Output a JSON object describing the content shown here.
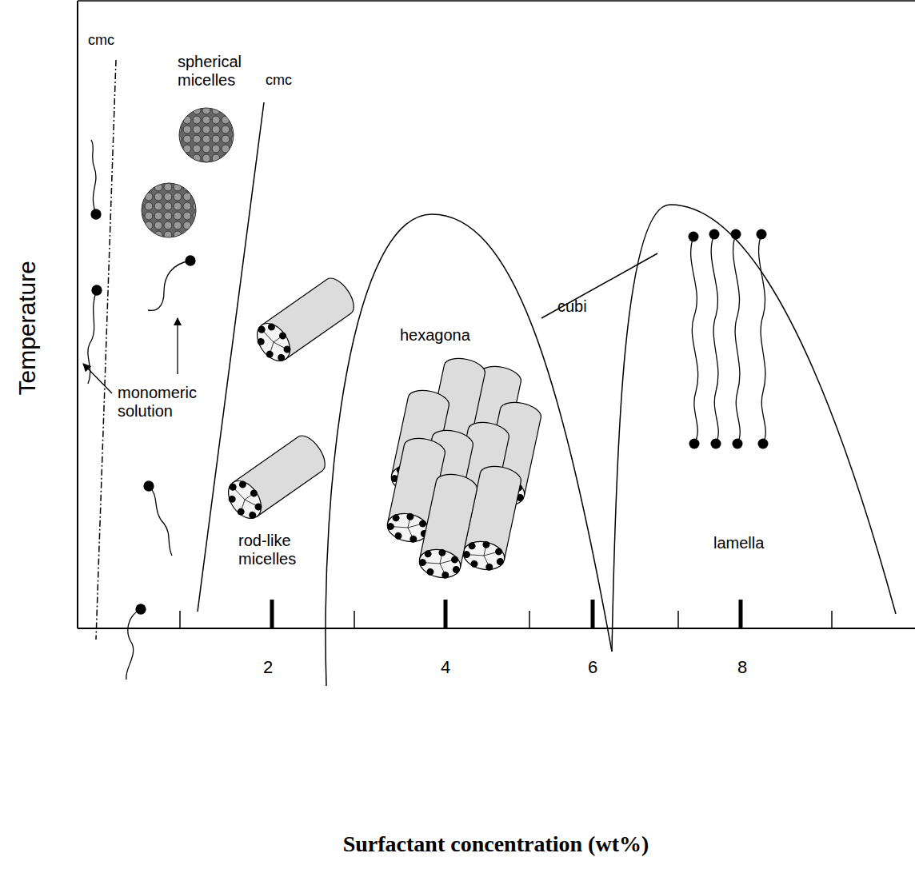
{
  "diagram": {
    "labels": [
      "cmc",
      "spherical micelles",
      "cmc",
      "cubi",
      "hexagona",
      "monomeric solution",
      "rod-like micelles",
      "lamella",
      "Temperature",
      "2",
      "4",
      "6",
      "8",
      "Surfactant concentration (wt%)"
    ]
  }
}
